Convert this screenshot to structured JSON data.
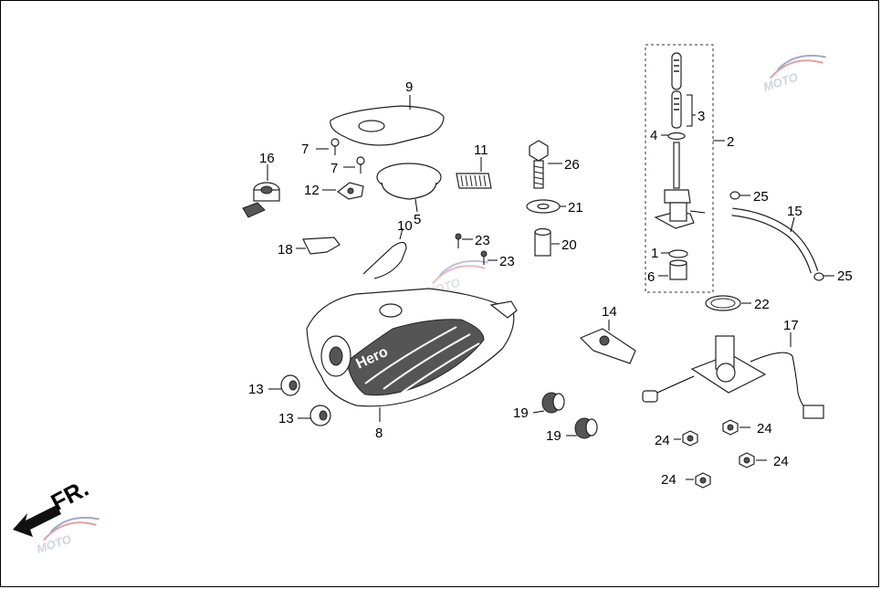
{
  "diagram": {
    "direction_label": "FR.",
    "watermark_text": "MOTO",
    "tank_logo": "Hero",
    "accent_watermark_colors": {
      "red": "#e0a0a0",
      "blue": "#a0a8d0"
    },
    "labels": {
      "l1": "1",
      "l2": "2",
      "l3": "3",
      "l4": "4",
      "l5": "5",
      "l6": "6",
      "l7a": "7",
      "l7b": "7",
      "l8": "8",
      "l9": "9",
      "l10": "10",
      "l11": "11",
      "l12": "12",
      "l13a": "13",
      "l13b": "13",
      "l14": "14",
      "l15": "15",
      "l16": "16",
      "l17": "17",
      "l18": "18",
      "l19a": "19",
      "l19b": "19",
      "l20": "20",
      "l21": "21",
      "l22": "22",
      "l23a": "23",
      "l23b": "23",
      "l24a": "24",
      "l24b": "24",
      "l24c": "24",
      "l24d": "24",
      "l25a": "25",
      "l25b": "25",
      "l26": "26"
    }
  }
}
